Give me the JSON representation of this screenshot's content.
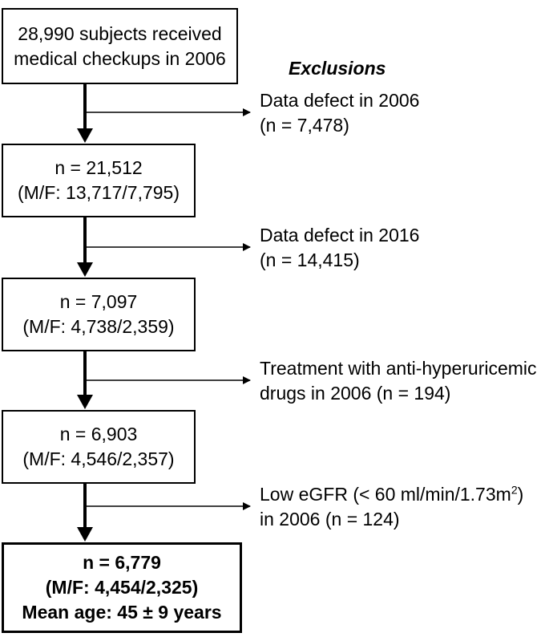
{
  "heading": "Exclusions",
  "boxes": [
    {
      "lines": [
        "28,990 subjects received",
        "medical checkups in 2006"
      ]
    },
    {
      "lines": [
        "n = 21,512",
        "(M/F: 13,717/7,795)"
      ]
    },
    {
      "lines": [
        "n = 7,097",
        "(M/F: 4,738/2,359)"
      ]
    },
    {
      "lines": [
        "n = 6,903",
        "(M/F: 4,546/2,357)"
      ]
    },
    {
      "lines": [
        "n = 6,779",
        "(M/F: 4,454/2,325)",
        "Mean age: 45 ± 9 years"
      ]
    }
  ],
  "exclusions": [
    {
      "lines": [
        "Data defect in 2006",
        "(n = 7,478)"
      ]
    },
    {
      "lines": [
        "Data defect in 2016",
        "(n = 14,415)"
      ]
    },
    {
      "lines": [
        "Treatment with anti-hyperuricemic",
        "drugs in 2006 (n = 194)"
      ]
    },
    {
      "line1_prefix": "Low eGFR (< 60 ml/min/1.73m",
      "line1_sup": "2",
      "line1_suffix": ")",
      "line2": "in 2006 (n = 124)"
    }
  ]
}
